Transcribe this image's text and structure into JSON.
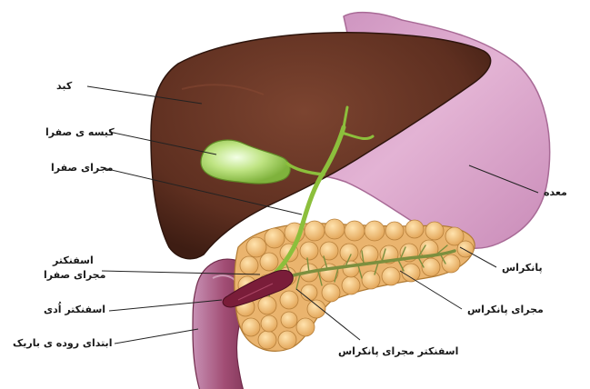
{
  "labels": {
    "liver": "کبد",
    "gallbladder": "کیسه ی صفرا",
    "bile_duct": "مجرای صفرا",
    "stomach": "معده",
    "sphincter_bile_line1": "اسفنکتر",
    "sphincter_bile_line2": "مجرای صفرا",
    "sphincter_oddi": "اسفنکتر اُدی",
    "duodenum": "ابتدای روده ی باریک",
    "pancreas": "پانکراس",
    "pancreatic_duct": "مجرای پانکراس",
    "sphincter_pancreatic": "اسفنکتر مجرای پانکراس"
  },
  "colors": {
    "liver": "#6b3826",
    "stomach": "#dda6cc",
    "gallbladder": "#b9df7a",
    "bile_duct": "#8cbf3c",
    "pancreas": "#f0c27c",
    "duodenum": "#a74e74",
    "sphincter": "#7a1d39"
  }
}
